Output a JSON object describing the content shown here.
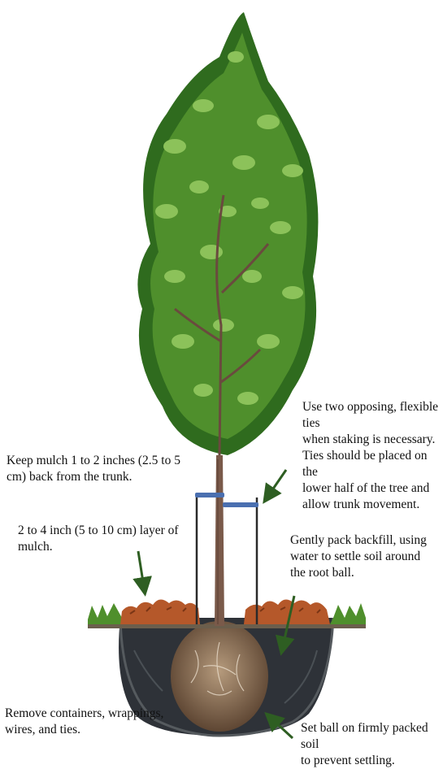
{
  "annotations": {
    "ties": "Use two opposing, flexible ties\nwhen staking is necessary.\nTies should be placed on the\nlower half of the tree and\nallow trunk movement.",
    "mulch_distance": "Keep mulch 1 to 2 inches (2.5 to 5\ncm) back from the trunk.",
    "mulch_layer": "2 to 4 inch (5 to 10 cm) layer of\nmulch.",
    "backfill": "Gently pack backfill, using\nwater to settle soil around\nthe root ball.",
    "remove": "Remove containers, wrappings,\nwires, and ties.",
    "set_ball": "Set ball on firmly packed soil\nto prevent settling."
  },
  "colors": {
    "foliage_dark": "#2f6b1e",
    "foliage_mid": "#4f8f2c",
    "foliage_light": "#8cc25a",
    "trunk": "#7a5a4a",
    "mulch": "#b5582a",
    "soil": "#2e3238",
    "rootball": "#8a6e52",
    "arrow": "#2e5e22",
    "tie": "#4a6fb0"
  }
}
